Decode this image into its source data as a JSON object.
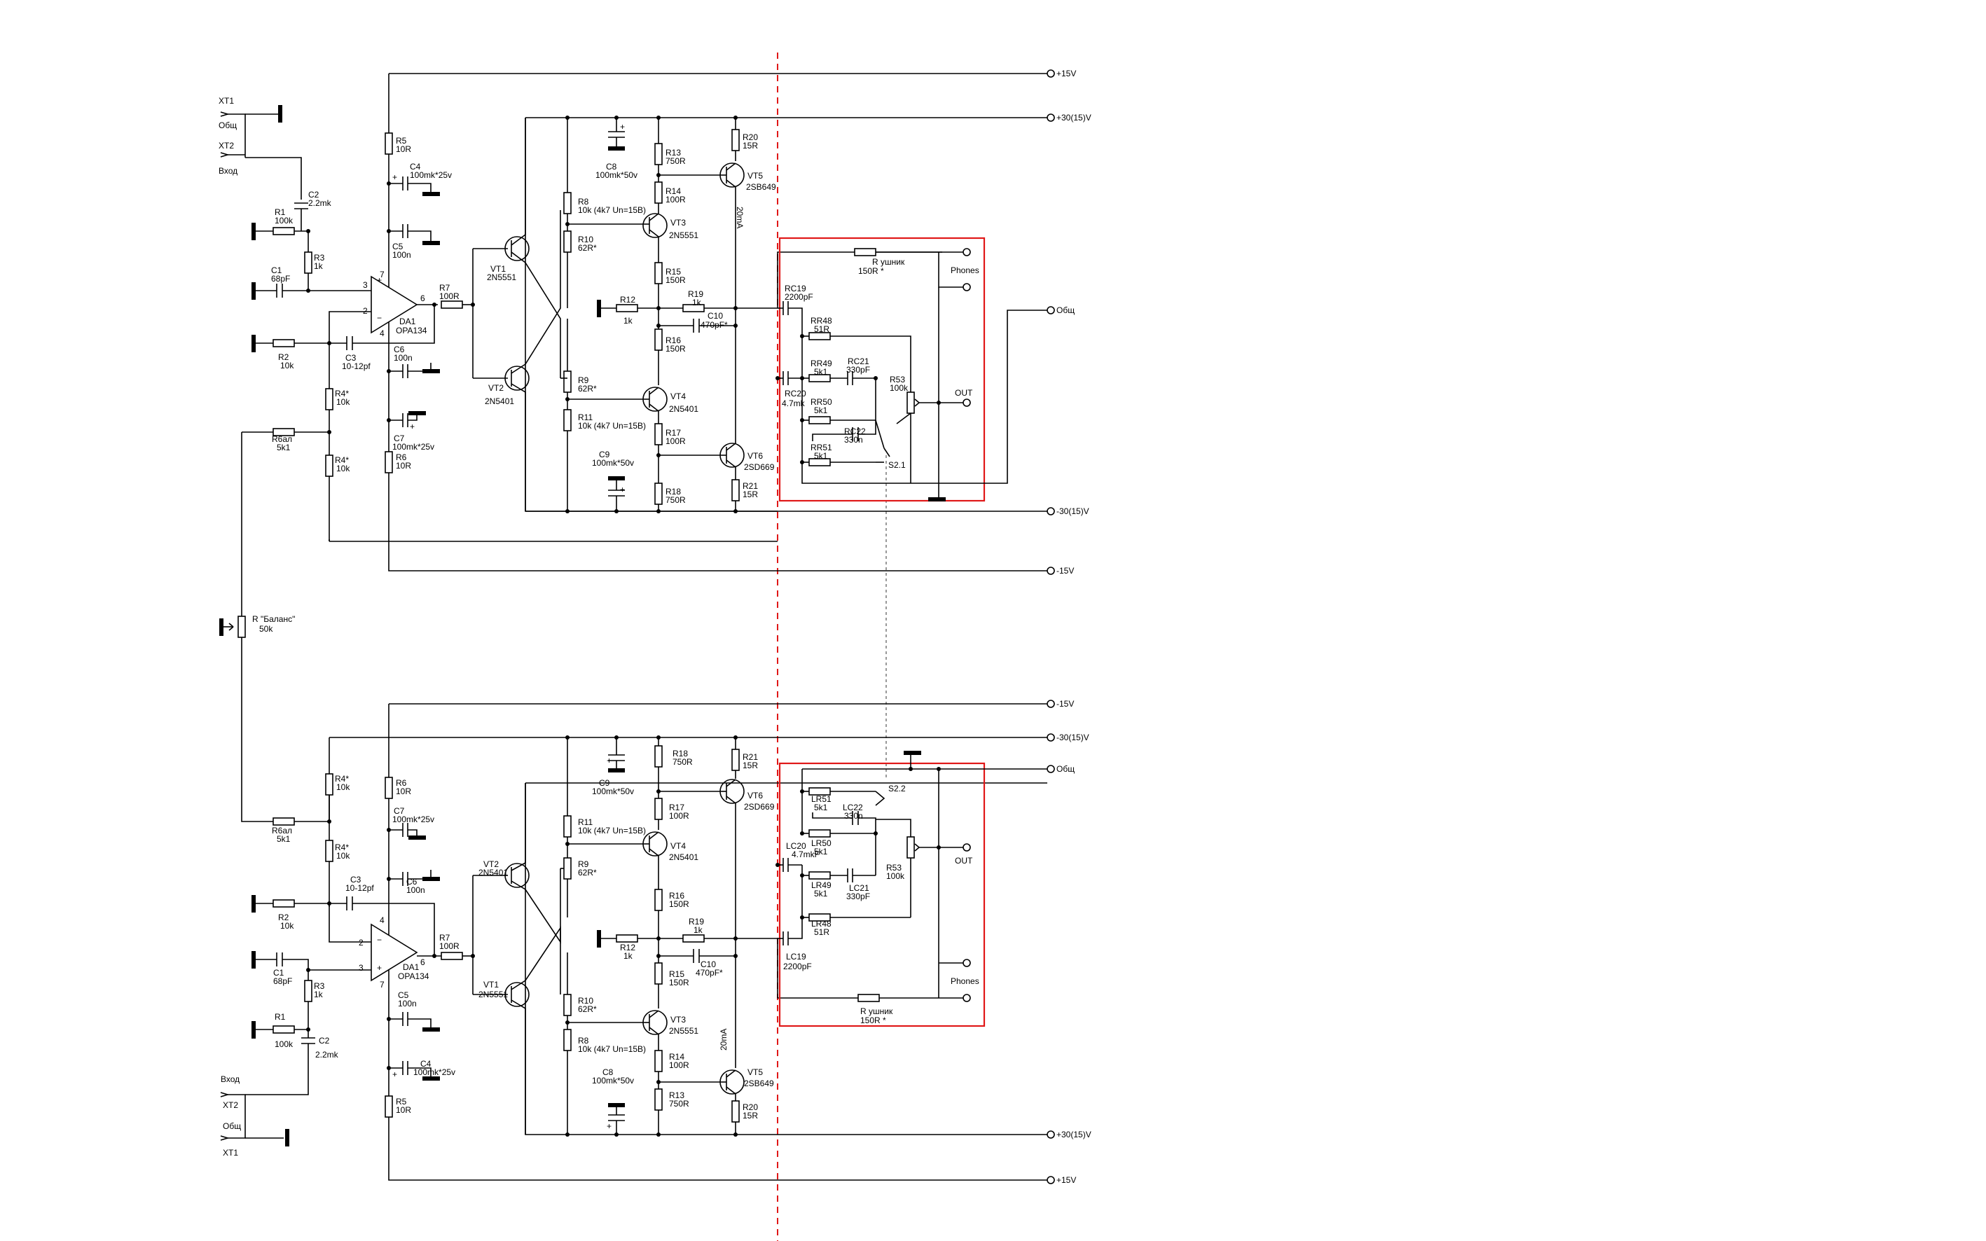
{
  "rails": {
    "top": [
      "+15V",
      "+30(15)V",
      "-30(15)V",
      "-15V"
    ],
    "bottom": [
      "-15V",
      "-30(15)V",
      "Общ",
      "+30(15)V",
      "+15V"
    ],
    "out_common": "Общ"
  },
  "input": {
    "xt1": "XT1",
    "xt2": "XT2",
    "common": "Общ",
    "input": "Вход"
  },
  "balance": {
    "name": "R \"Баланс\"",
    "value": "50k"
  },
  "top_channel": {
    "R1": [
      "R1",
      "100k"
    ],
    "R2": [
      "R2",
      "10k"
    ],
    "R3": [
      "R3",
      "1k"
    ],
    "R4a": [
      "R4*",
      "10k"
    ],
    "R4b": [
      "R4*",
      "10k"
    ],
    "R5": [
      "R5",
      "10R"
    ],
    "R6": [
      "R6",
      "10R"
    ],
    "R7": [
      "R7",
      "100R"
    ],
    "R8": [
      "R8",
      "10k (4k7 Un=15B)"
    ],
    "R9": [
      "R9",
      "62R*"
    ],
    "R10": [
      "R10",
      "62R*"
    ],
    "R11": [
      "R11",
      "10k (4k7 Un=15B)"
    ],
    "R12": [
      "R12",
      "1k"
    ],
    "R13": [
      "R13",
      "750R"
    ],
    "R14": [
      "R14",
      "100R"
    ],
    "R15": [
      "R15",
      "150R"
    ],
    "R16": [
      "R16",
      "150R"
    ],
    "R17": [
      "R17",
      "100R"
    ],
    "R18": [
      "R18",
      "750R"
    ],
    "R19": [
      "R19",
      "1k"
    ],
    "R20": [
      "R20",
      "15R"
    ],
    "R21": [
      "R21",
      "15R"
    ],
    "Rbal": [
      "R6ал",
      "5k1"
    ],
    "C1": [
      "C1",
      "68pF"
    ],
    "C2": [
      "C2",
      "2.2mk"
    ],
    "C3": [
      "C3",
      "10-12pf"
    ],
    "C4": [
      "C4",
      "100mk*25v"
    ],
    "C5": [
      "C5",
      "100n"
    ],
    "C6": [
      "C6",
      "100n"
    ],
    "C7": [
      "C7",
      "100mk*25v"
    ],
    "C8": [
      "C8",
      "100mk*50v"
    ],
    "C9": [
      "C9",
      "100mk*50v"
    ],
    "C10": [
      "C10",
      "470pF*"
    ],
    "DA1": [
      "DA1",
      "OPA134"
    ],
    "VT1": [
      "VT1",
      "2N5551"
    ],
    "VT2": [
      "VT2",
      "2N5401"
    ],
    "VT3": [
      "VT3",
      "2N5551"
    ],
    "VT4": [
      "VT4",
      "2N5401"
    ],
    "VT5": [
      "VT5",
      "2SB649"
    ],
    "VT6": [
      "VT6",
      "2SD669"
    ],
    "current": "20mA",
    "pins": [
      "3",
      "2",
      "7",
      "4",
      "6"
    ]
  },
  "top_box": {
    "RC19": [
      "RC19",
      "2200pF"
    ],
    "RC20": [
      "RC20",
      "4.7mk"
    ],
    "RC21": [
      "RC21",
      "330pF"
    ],
    "RC22": [
      "RC22",
      "330n"
    ],
    "RR48": [
      "RR48",
      "51R"
    ],
    "RR49": [
      "RR49",
      "5k1"
    ],
    "RR50": [
      "RR50",
      "5k1"
    ],
    "RR51": [
      "RR51",
      "5k1"
    ],
    "R53": [
      "R53",
      "100k"
    ],
    "Rear": [
      "R ушник",
      "150R *"
    ],
    "phones": "Phones",
    "out": "OUT",
    "sw": "S2.1"
  },
  "bottom_box": {
    "LC19": [
      "LC19",
      "2200pF"
    ],
    "LC20": [
      "LC20",
      "4.7mkF"
    ],
    "LC21": [
      "LC21",
      "330pF"
    ],
    "LC22": [
      "LC22",
      "330n"
    ],
    "LR48": [
      "LR48",
      "51R"
    ],
    "LR49": [
      "LR49",
      "5k1"
    ],
    "LR50": [
      "LR50",
      "5k1"
    ],
    "LR51": [
      "LR51",
      "5k1"
    ],
    "R53": [
      "R53",
      "100k"
    ],
    "Rear": [
      "R  ушник",
      "150R *"
    ],
    "phones": "Phones",
    "out": "OUT",
    "sw": "S2.2"
  }
}
